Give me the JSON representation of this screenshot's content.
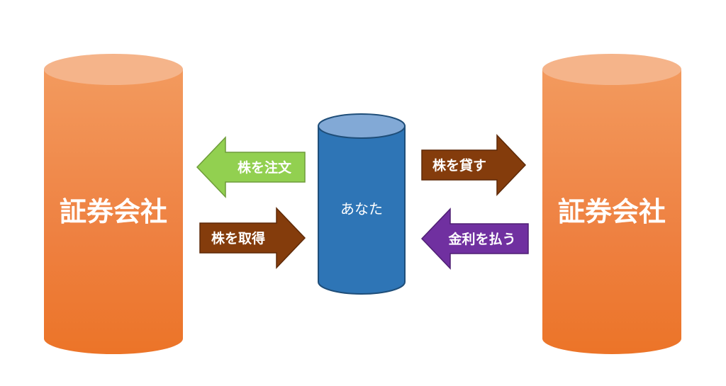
{
  "diagram": {
    "left_company": {
      "label": "証券会社"
    },
    "center": {
      "label": "あなた"
    },
    "right_company": {
      "label": "証券会社"
    },
    "arrows": {
      "order_stock": {
        "label": "株を注文",
        "direction": "left",
        "color": "#92D050"
      },
      "acquire_stock": {
        "label": "株を取得",
        "direction": "right",
        "color": "#843C0C"
      },
      "lend_stock": {
        "label": "株を貸す",
        "direction": "right",
        "color": "#843C0C"
      },
      "pay_interest": {
        "label": "金利を払う",
        "direction": "left",
        "color": "#7030A0"
      }
    },
    "colors": {
      "company_cylinder": "#ED7D31",
      "company_top": "#F4B183",
      "center_cylinder": "#2E75B6",
      "center_top": "#7FA7D6"
    }
  }
}
